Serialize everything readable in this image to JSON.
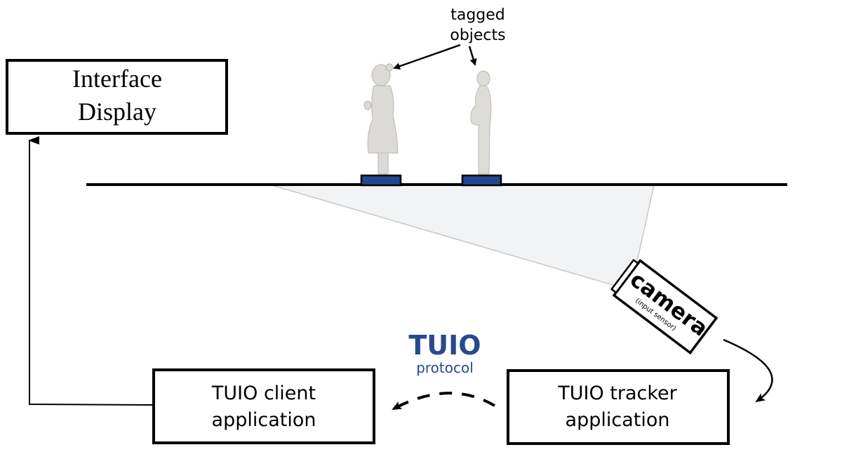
{
  "diagram": {
    "interface_display": {
      "line1": "Interface",
      "line2": "Display"
    },
    "tagged_objects_label": {
      "line1": "tagged",
      "line2": "objects"
    },
    "camera": {
      "label": "camera",
      "sublabel": "(input sensor)"
    },
    "protocol": {
      "title": "TUIO",
      "subtitle": "protocol"
    },
    "client_box": {
      "line1": "TUIO client",
      "line2": "application"
    },
    "tracker_box": {
      "line1": "TUIO tracker",
      "line2": "application"
    },
    "colors": {
      "tag_blue": "#23468f",
      "protocol_blue": "#284a8c",
      "field_of_view": "#f2f3f5",
      "figure": "#dcdad6"
    }
  }
}
